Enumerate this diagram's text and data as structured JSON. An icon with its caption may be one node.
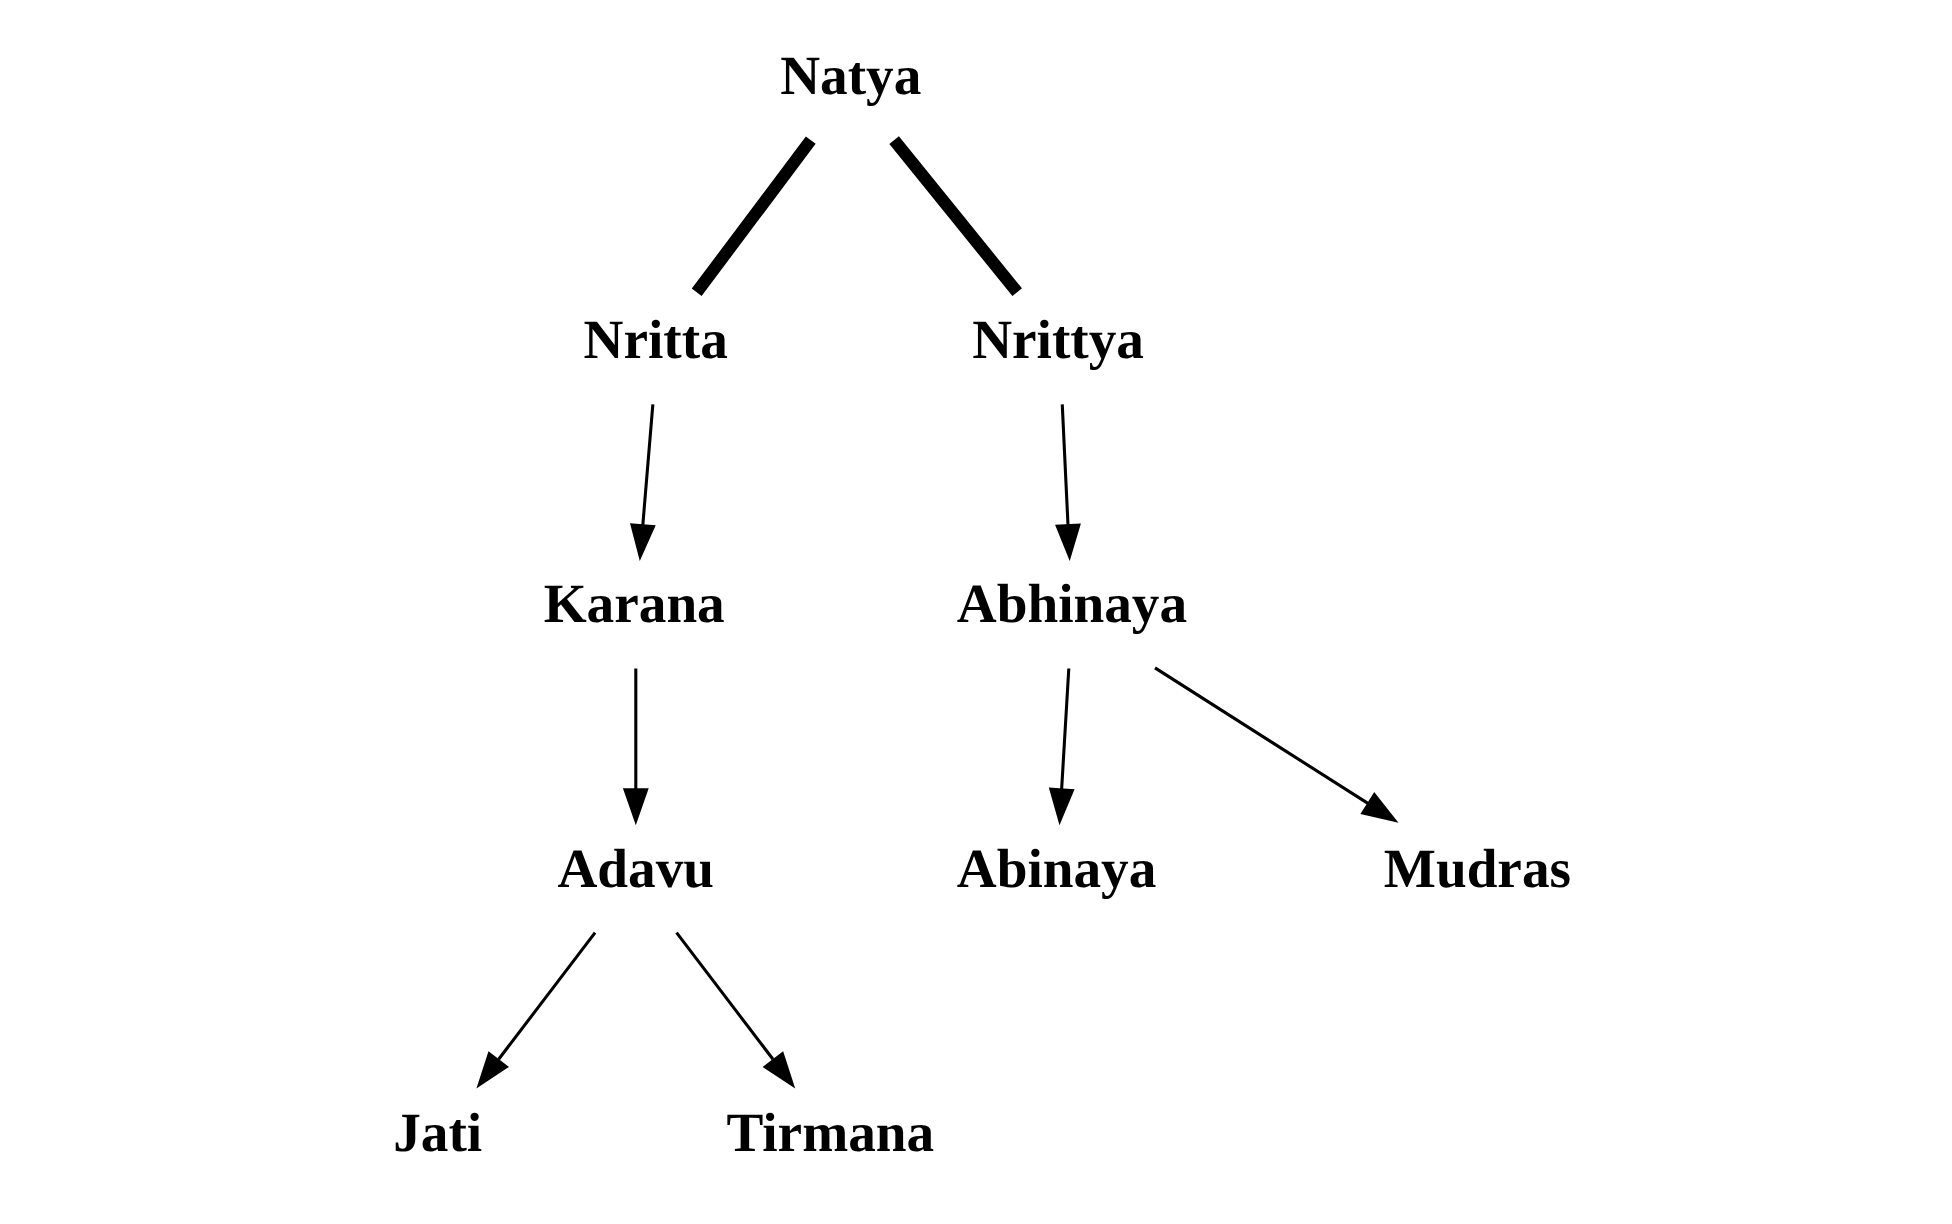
{
  "diagram": {
    "nodes": [
      {
        "text": [
          "Natya"
        ]
      },
      {
        "text": [
          "Nritta"
        ]
      },
      {
        "text": [
          "Nrittya"
        ]
      },
      {
        "text": [
          "Karana"
        ]
      },
      {
        "text": [
          "Abhinaya"
        ]
      },
      {
        "text": [
          "Adavu"
        ]
      },
      {
        "text": [
          "Abinaya"
        ]
      },
      {
        "text": [
          "Mudras"
        ]
      },
      {
        "text": [
          "Jati"
        ]
      },
      {
        "text": [
          "Tirmana"
        ]
      }
    ],
    "edges": [
      {
        "from": 0,
        "to": 1,
        "arrow": "none",
        "style": "thick"
      },
      {
        "from": 0,
        "to": 2,
        "arrow": "none",
        "style": "thick"
      },
      {
        "from": 1,
        "to": 3,
        "arrow": "to"
      },
      {
        "from": 2,
        "to": 4,
        "arrow": "to"
      },
      {
        "from": 3,
        "to": 5,
        "arrow": "to"
      },
      {
        "from": 4,
        "to": 6,
        "arrow": "to"
      },
      {
        "from": 4,
        "to": 7,
        "arrow": "to"
      },
      {
        "from": 5,
        "to": 8,
        "arrow": "to"
      },
      {
        "from": 5,
        "to": 9,
        "arrow": "to"
      }
    ]
  }
}
